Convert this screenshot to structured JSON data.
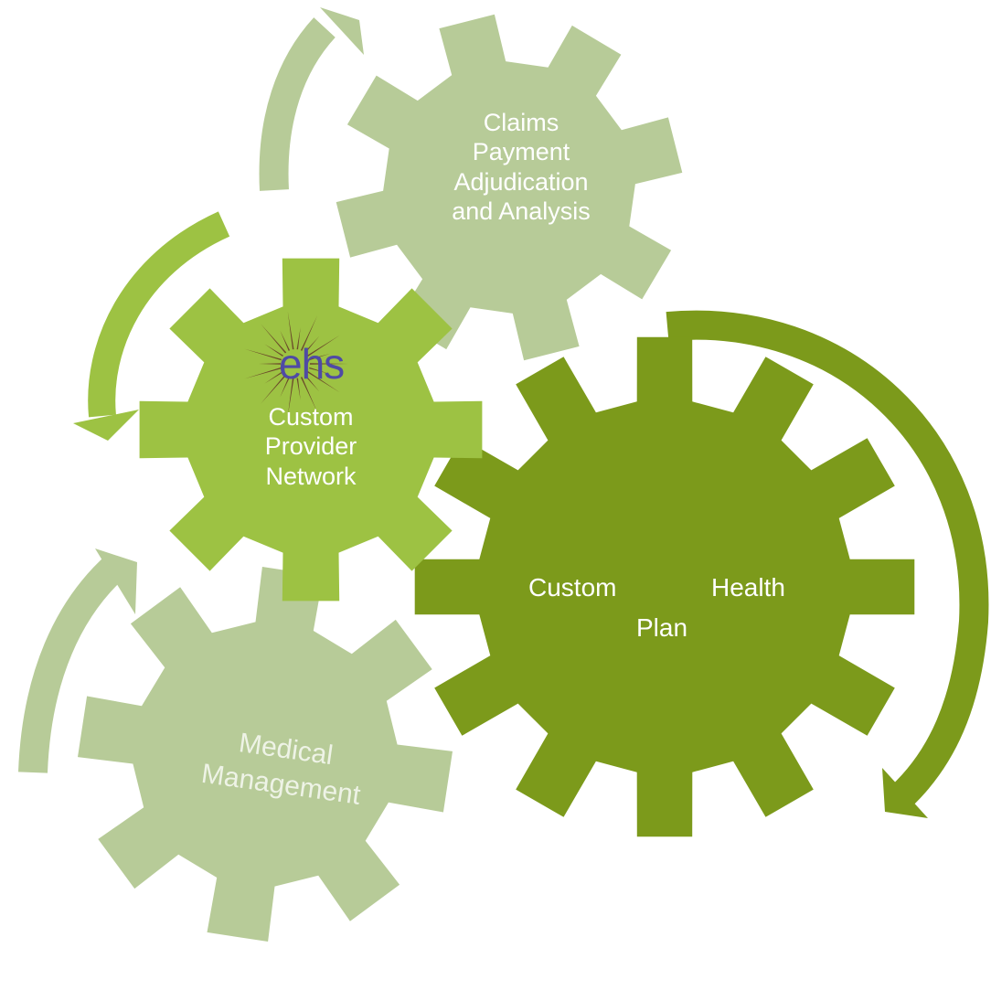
{
  "gears": {
    "claims": {
      "label": "Claims\nPayment\nAdjudication\nand Analysis"
    },
    "provider": {
      "label": "Custom\nProvider\nNetwork"
    },
    "health_plan": {
      "word1": "Custom",
      "word2": "Health",
      "word3": "Plan"
    },
    "medical": {
      "label": "Medical\nManagement"
    }
  },
  "logo": {
    "text": "ehs"
  },
  "colors": {
    "pale_green": "#b7cb98",
    "light_green": "#9dc243",
    "dark_green": "#7c9a1b",
    "logo_blue": "#4f4aa5",
    "sunburst_brown": "#6b4a2a"
  }
}
